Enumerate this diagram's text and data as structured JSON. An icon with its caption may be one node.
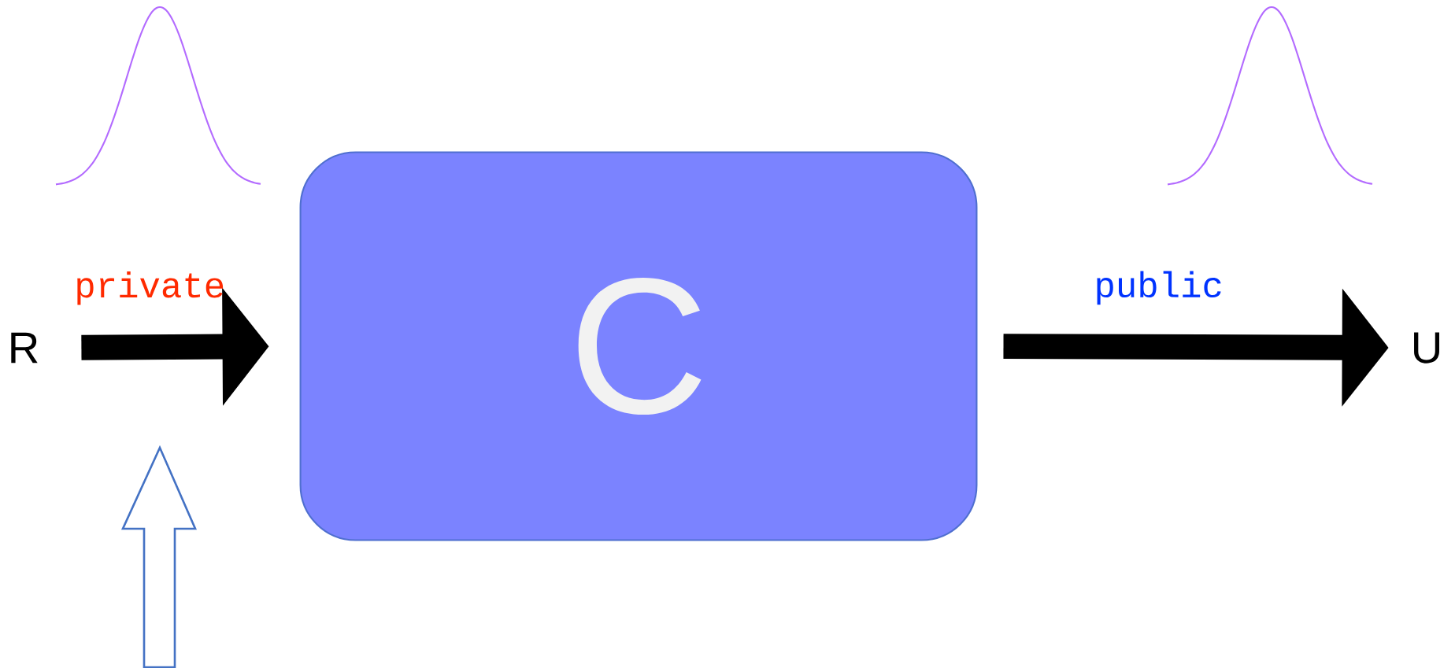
{
  "diagram": {
    "nodes": [
      {
        "text": [
          "R"
        ]
      },
      {
        "text": [
          "C"
        ]
      },
      {
        "text": [
          "U"
        ]
      }
    ],
    "edges": [
      {
        "from": 0,
        "to": 1,
        "arrow": "to",
        "label": "private"
      },
      {
        "from": 1,
        "to": 2,
        "arrow": "to",
        "label": "public"
      }
    ]
  }
}
